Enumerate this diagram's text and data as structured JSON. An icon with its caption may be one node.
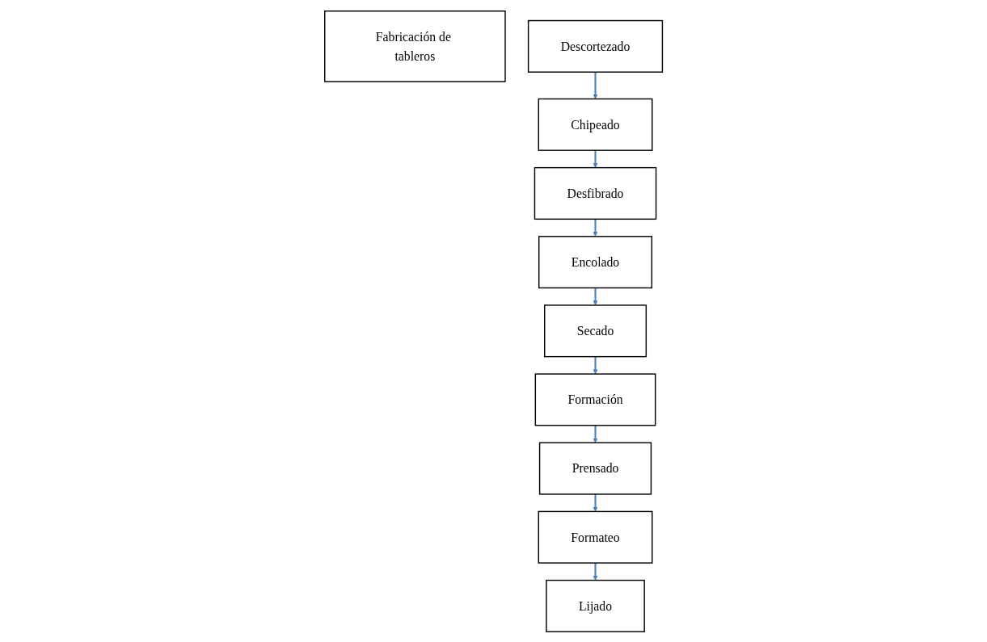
{
  "diagram": {
    "nodes": [
      {
        "text": [
          "Fabricación de tableros"
        ]
      },
      {
        "text": [
          "Descortezado"
        ]
      },
      {
        "text": [
          "Chipeado"
        ]
      },
      {
        "text": [
          "Desfibrado"
        ]
      },
      {
        "text": [
          "Encolado"
        ]
      },
      {
        "text": [
          "Secado"
        ]
      },
      {
        "text": [
          "Formación"
        ]
      },
      {
        "text": [
          "Prensado"
        ]
      },
      {
        "text": [
          "Formateo"
        ]
      },
      {
        "text": [
          "Lijado"
        ]
      }
    ],
    "edges": [
      {
        "from": 1,
        "to": 2,
        "arrow": "to"
      },
      {
        "from": 2,
        "to": 3,
        "arrow": "to"
      },
      {
        "from": 3,
        "to": 4,
        "arrow": "to"
      },
      {
        "from": 4,
        "to": 5,
        "arrow": "to"
      },
      {
        "from": 5,
        "to": 6,
        "arrow": "to"
      },
      {
        "from": 6,
        "to": 7,
        "arrow": "to"
      },
      {
        "from": 7,
        "to": 8,
        "arrow": "to"
      },
      {
        "from": 8,
        "to": 9,
        "arrow": "to"
      }
    ]
  }
}
